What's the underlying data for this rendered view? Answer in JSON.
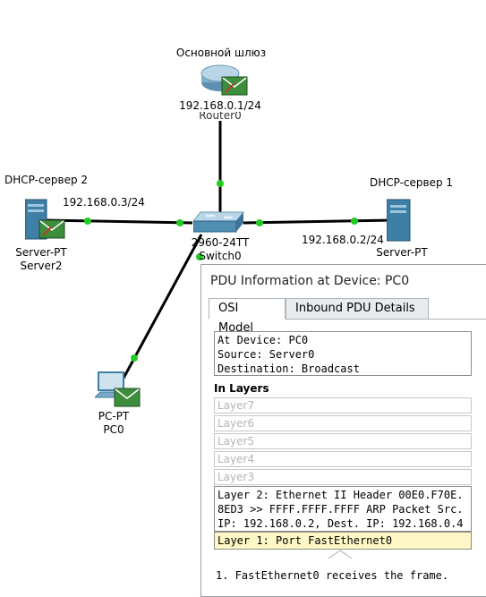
{
  "topology": {
    "router": {
      "title": "Основной шлюз",
      "ip": "192.168.0.1/24",
      "name": "Router0"
    },
    "server2": {
      "title": "DHCP-сервер 2",
      "ip": "192.168.0.3/24",
      "model": "Server-PT",
      "name": "Server2"
    },
    "server1": {
      "title": "DHCP-сервер 1",
      "ip": "192.168.0.2/24",
      "model": "Server-PT"
    },
    "switch": {
      "model": "2960-24TT",
      "name": "Switch0"
    },
    "pc": {
      "model": "PC-PT",
      "name": "PC0"
    },
    "colors": {
      "link": "#000000",
      "port_up": "#22cc22",
      "device_blue": "#3f7fa6"
    }
  },
  "pdu": {
    "title": "PDU Information at Device: PC0",
    "tabs": [
      "OSI Model",
      "Inbound PDU Details"
    ],
    "info": {
      "at_device": "At Device: PC0",
      "source": "Source: Server0",
      "destination": "Destination: Broadcast"
    },
    "in_layers_label": "In Layers",
    "layers": [
      "Layer7",
      "Layer6",
      "Layer5",
      "Layer4",
      "Layer3"
    ],
    "layer2": {
      "line1": "Layer 2: Ethernet II Header 00E0.F70E.",
      "line2": "8ED3 >> FFFF.FFFF.FFFF ARP Packet Src.",
      "line3": "IP: 192.168.0.2, Dest. IP: 192.168.0.4"
    },
    "layer1": "Layer 1: Port FastEthernet0",
    "step1": "1. FastEthernet0 receives the frame."
  }
}
